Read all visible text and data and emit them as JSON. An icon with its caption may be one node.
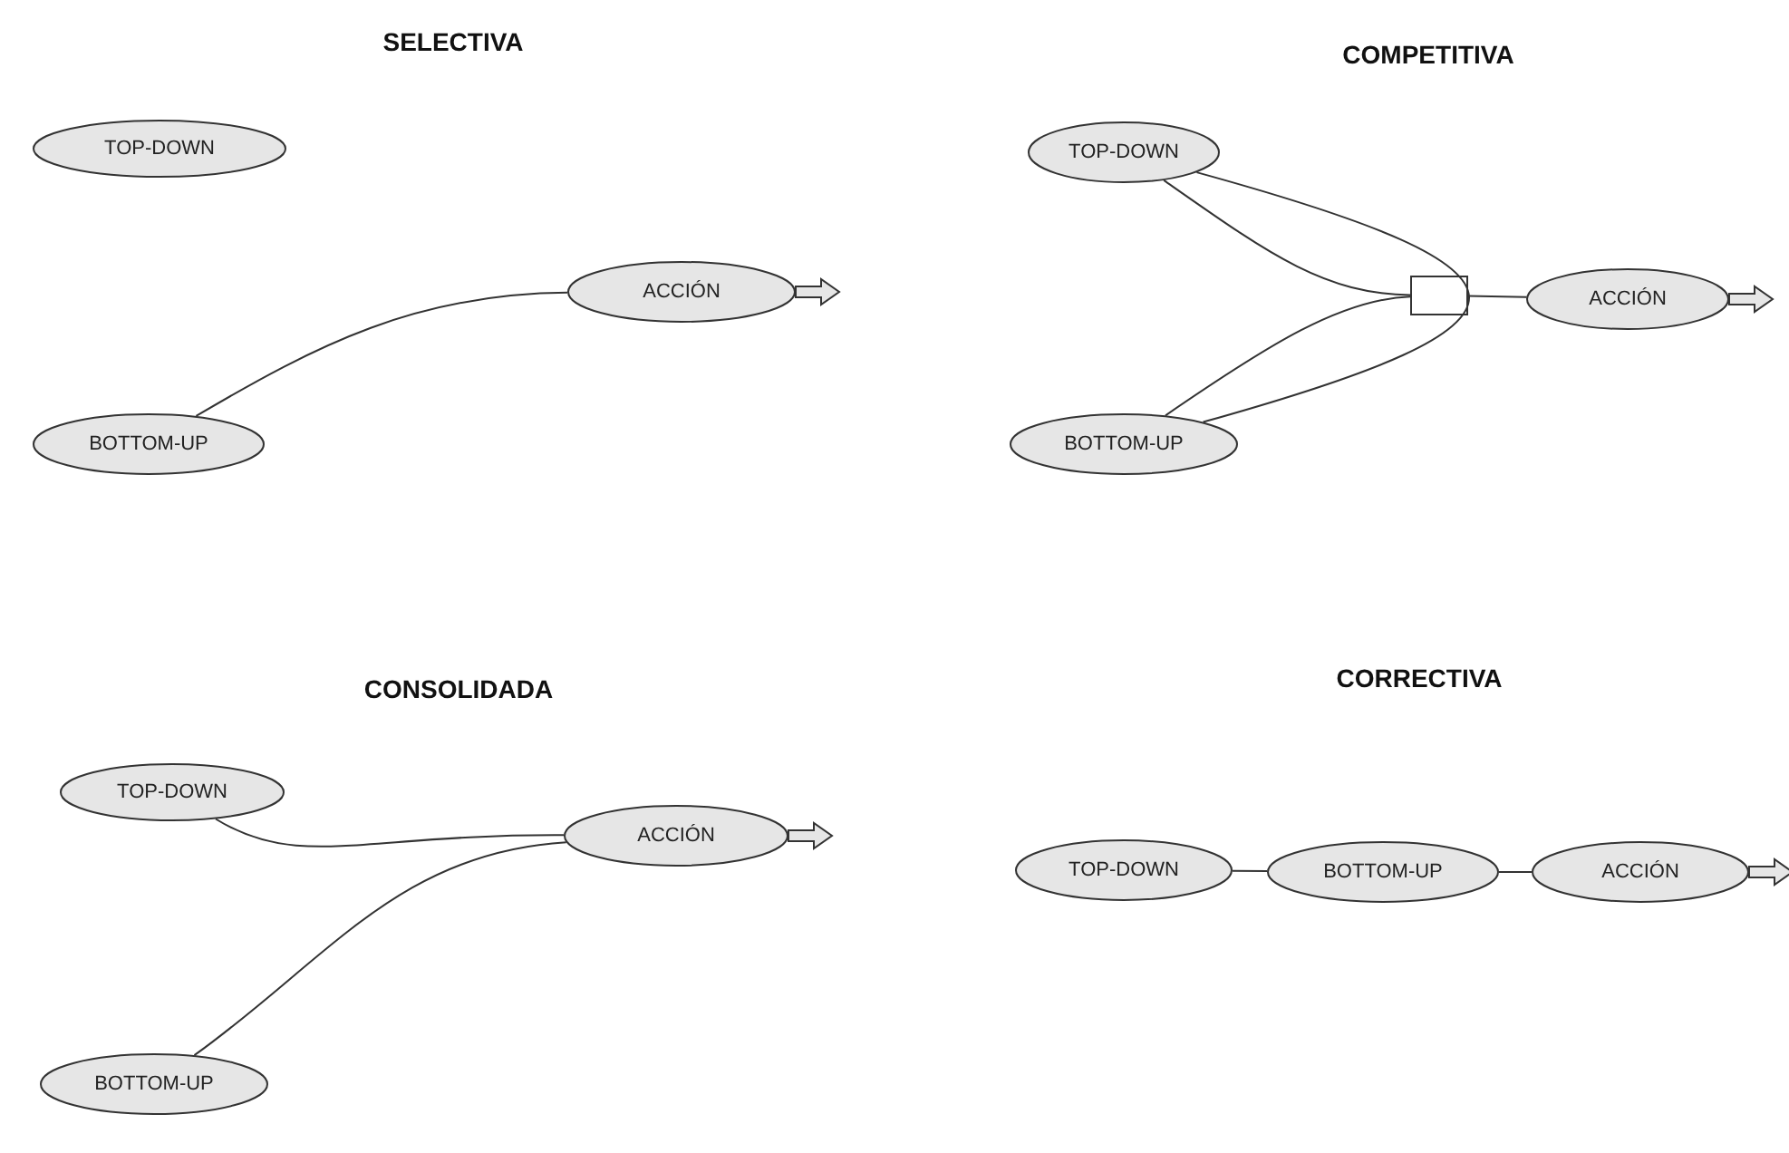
{
  "diagram": {
    "nodes": [
      {
        "text": [
          "TOP-DOWN"
        ]
      },
      {
        "text": [
          "ACCIÓN"
        ]
      },
      {
        "text": [
          "BOTTOM-UP"
        ]
      },
      {
        "text": [
          "TOP-DOWN"
        ]
      },
      {
        "text": [],
        "shape": "box"
      },
      {
        "text": [
          "ACCIÓN"
        ]
      },
      {
        "text": [
          "BOTTOM-UP"
        ]
      },
      {
        "text": [
          "TOP-DOWN"
        ]
      },
      {
        "text": [
          "ACCIÓN"
        ]
      },
      {
        "text": [
          "BOTTOM-UP"
        ]
      },
      {
        "text": [
          "TOP-DOWN"
        ]
      },
      {
        "text": [
          "BOTTOM-UP"
        ]
      },
      {
        "text": [
          "ACCIÓN"
        ]
      }
    ],
    "edges": [
      {
        "from": 2,
        "to": 1,
        "arrow": "none"
      },
      {
        "from": 1,
        "to": null,
        "arrow": "to"
      },
      {
        "from": 3,
        "to": 6,
        "arrow": "none"
      },
      {
        "from": 3,
        "to": 4,
        "arrow": "none"
      },
      {
        "from": 6,
        "to": 4,
        "arrow": "none"
      },
      {
        "from": 4,
        "to": 5,
        "arrow": "none"
      },
      {
        "from": 5,
        "to": null,
        "arrow": "to"
      },
      {
        "from": 7,
        "to": 8,
        "arrow": "none"
      },
      {
        "from": 9,
        "to": 8,
        "arrow": "none"
      },
      {
        "from": 8,
        "to": null,
        "arrow": "to"
      },
      {
        "from": 10,
        "to": 11,
        "arrow": "none"
      },
      {
        "from": 11,
        "to": 12,
        "arrow": "none"
      },
      {
        "from": 12,
        "to": null,
        "arrow": "to"
      }
    ],
    "labels": [
      "SELECTIVA",
      "COMPETITIVA",
      "CONSOLIDADA",
      "CORRECTIVA"
    ]
  }
}
